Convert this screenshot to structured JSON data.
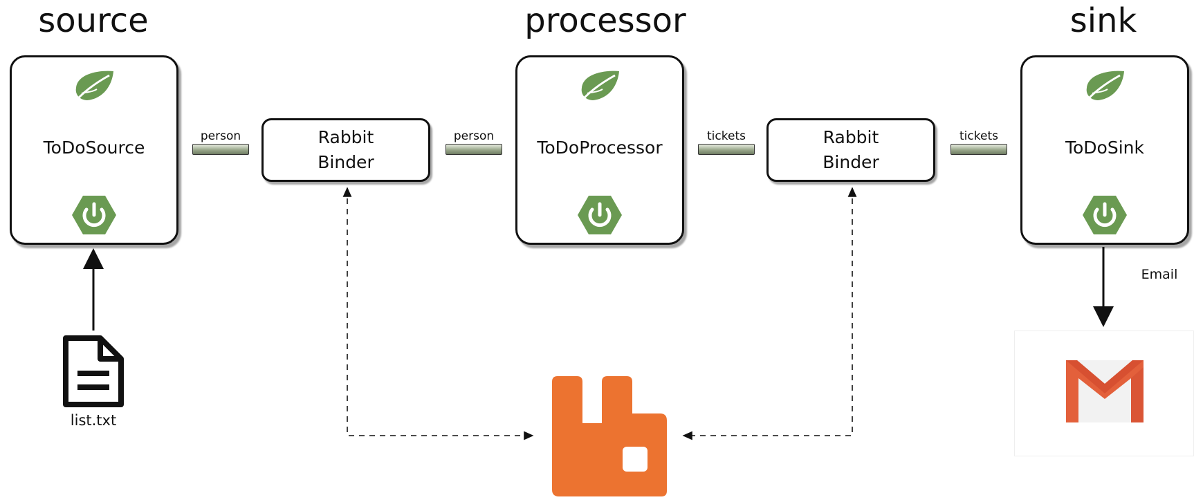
{
  "headings": {
    "source": "source",
    "processor": "processor",
    "sink": "sink"
  },
  "services": {
    "source": {
      "name": "ToDoSource",
      "icons": [
        "spring-leaf-icon",
        "spring-boot-power-icon"
      ]
    },
    "processor": {
      "name": "ToDoProcessor",
      "icons": [
        "spring-leaf-icon",
        "spring-boot-power-icon"
      ]
    },
    "sink": {
      "name": "ToDoSink",
      "icons": [
        "spring-leaf-icon",
        "spring-boot-power-icon"
      ]
    }
  },
  "binders": {
    "left": {
      "line1": "Rabbit",
      "line2": "Binder"
    },
    "right": {
      "line1": "Rabbit",
      "line2": "Binder"
    }
  },
  "channels": {
    "source_out": "person",
    "processor_in": "person",
    "processor_out": "tickets",
    "sink_in": "tickets"
  },
  "file": {
    "label": "list.txt",
    "icon": "document-icon"
  },
  "email": {
    "label": "Email",
    "icon": "gmail-icon"
  },
  "broker": {
    "icon": "rabbitmq-icon"
  },
  "colors": {
    "spring_green": "#6a9a52",
    "rabbit_orange": "#ec7330",
    "gmail_red": "#e3603b",
    "outline": "#111111"
  }
}
